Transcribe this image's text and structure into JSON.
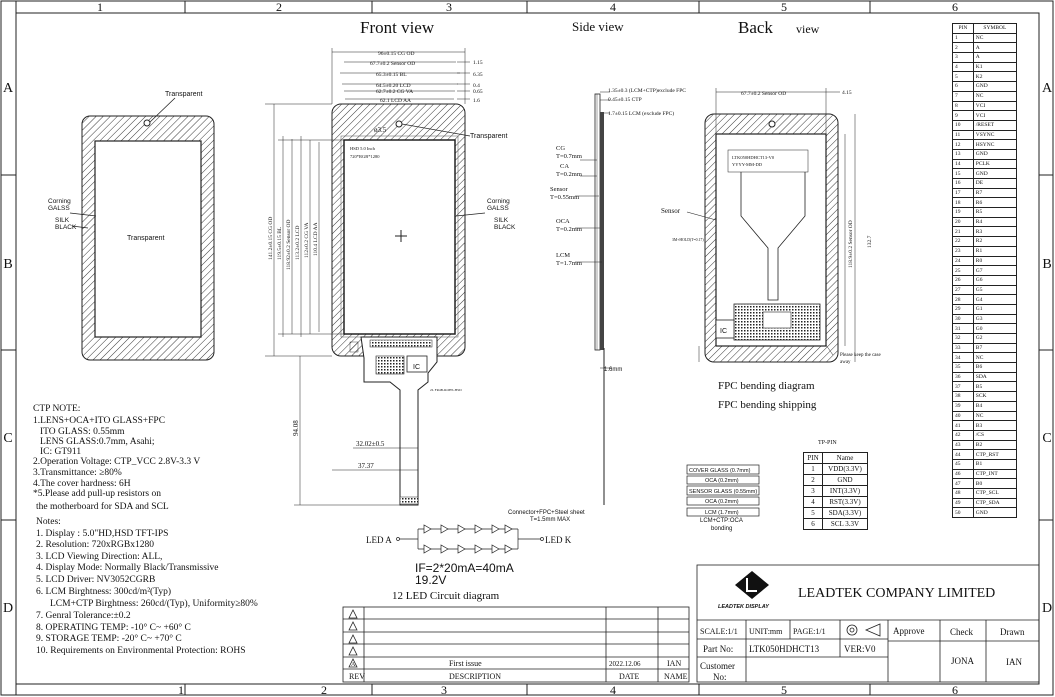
{
  "frame": {
    "columns": [
      "1",
      "2",
      "3",
      "4",
      "5",
      "6"
    ],
    "rows": [
      "A",
      "B",
      "C",
      "D"
    ]
  },
  "views": {
    "front": "Front view",
    "side": "Side view",
    "back": "Back",
    "back_suffix": "view"
  },
  "left_panel": {
    "transparent_top": "Transparent",
    "transparent_center": "Transparent",
    "corning": "Corning",
    "galss": "GALSS",
    "silk": "SILK",
    "black": "BLACK"
  },
  "front_dims": {
    "d1": "96±0.15 CG OD",
    "d2": "67.7±0.2 Sensor OD",
    "d3": "65.3±0.15 BL",
    "d4": "64.5±0.20 LCD",
    "d5": "62.7±0.2 CG VA",
    "d6": "62.1 LCD AA",
    "r1": "1.15",
    "r2": "6.35",
    "r3": "0.4",
    "r4": "0.65",
    "r5": "1.6",
    "hole": "ø3.5",
    "transparent": "Transparent",
    "cg_text1": "HSD 5.0 Inch",
    "cg_text2": "720*RGB*1280",
    "corning": "Corning",
    "galss": "GALSS",
    "silk": "SILK",
    "black": "BLACK",
    "v1": "141.2±0.15 CG OD",
    "v2": "119.5±0.15 BL",
    "v3": "118.92±0.2 Sensor OD",
    "v4": "113.2±0.2 LCD",
    "v5": "112±0.2 CG VA",
    "v6": "110.4 LCD AA",
    "w_3202": "32.02±0.5",
    "w_3737": "37.37",
    "h_9408": "94.08",
    "ic": "IC",
    "fpc_note": "2L FR4B-ROHS-HSD"
  },
  "side_dims": {
    "t1": "1.35±0.3 (LCM+CTP)exclude FPC",
    "t2": "0.45±0.15 CTP",
    "t3": "1.7±0.15 LCM (exclude FPC)",
    "cg": "CG",
    "cg_t": "T=0.7mm",
    "ca": "CA",
    "ca_t": "T=0.2mm",
    "sensor": "Sensor",
    "sensor_t": "T=0.55mm",
    "oca": "OCA",
    "oca_t": "T=0.2mm",
    "lcm": "LCM",
    "lcm_t": "T=1.7mm",
    "fpc_thk": "1.6mm",
    "connector": "Connector+FPC+Steel sheet",
    "connector_t": "T=1.5mm MAX"
  },
  "back_dims": {
    "w": "67.7±0.2 Sensor OD",
    "r": "4.15",
    "h1": "118.9±0.2 Sensor OD",
    "h2": "132.7",
    "label1": "LTK050HDHCT13-V0",
    "label2": "YYYY-MM-DD",
    "sensor": "Sensor",
    "steel": "3M+HOLD(T=0.17)",
    "ic": "IC",
    "keep": "Please keep the case",
    "keep2": "away",
    "fpc_bending": "FPC bending diagram",
    "fpc_shipping": "FPC bending shipping"
  },
  "stack": {
    "items": [
      "COVER GLASS (0.7mm)",
      "OCA (0.2mm)",
      "SENSOR GLASS (0.55mm)",
      "OCA (0.2mm)",
      "LCM (1.7mm)"
    ],
    "caption1": "LCM+CTP:OCA",
    "caption2": "bonding"
  },
  "tp_pin": {
    "title": "TP-PIN",
    "headers": [
      "PIN",
      "Name"
    ],
    "rows": [
      [
        "1",
        "VDD(3.3V)"
      ],
      [
        "2",
        "GND"
      ],
      [
        "3",
        "INT(3.3V)"
      ],
      [
        "4",
        "RST(3.3V)"
      ],
      [
        "5",
        "SDA(3.3V)"
      ],
      [
        "6",
        "SCL 3.3V"
      ]
    ]
  },
  "led": {
    "a": "LED A",
    "k": "LED K",
    "formula": "IF=2*20mA=40mA",
    "voltage": "19.2V",
    "caption": "12 LED Circuit diagram"
  },
  "ctp_note": [
    "CTP NOTE:",
    "1.LENS+OCA+ITO GLASS+FPC",
    "ITO GLASS: 0.55mm",
    "LENS GLASS:0.7mm, Asahi;",
    "IC: GT911",
    "2.Operation Voltage: CTP_VCC 2.8V-3.3 V",
    "3.Transmittance: ≥80%",
    "4.The cover hardness: 6H",
    "*5.Please add pull-up resistors on",
    "the motherboard for SDA and SCL"
  ],
  "notes": [
    "Notes:",
    "1. Display : 5.0\"HD,HSD TFT-IPS",
    "2. Resolution: 720xRGBx1280",
    "3. LCD Viewing Direction: ALL,",
    "4. Display Mode: Normally Black/Transmissive",
    "5. LCD Driver: NV3052CGRB",
    "6. LCM Birghtness: 300cd/m²(Typ)",
    "LCM+CTP Birghtness: 260cd/(Typ), Uniformity≥80%",
    "7. Genral Tolerance:±0.2",
    "8. OPERATING TEMP: -10° C~ +60° C",
    "9. STORAGE TEMP: -20° C~ +70° C",
    "10. Requirements on Environmental Protection: ROHS"
  ],
  "pin_table": {
    "headers": [
      "PIN",
      "SYMBOL"
    ],
    "rows": [
      [
        "1",
        "NC"
      ],
      [
        "2",
        "A"
      ],
      [
        "3",
        "A"
      ],
      [
        "4",
        "K1"
      ],
      [
        "5",
        "K2"
      ],
      [
        "6",
        "GND"
      ],
      [
        "7",
        "NC"
      ],
      [
        "8",
        "VCI"
      ],
      [
        "9",
        "VCI"
      ],
      [
        "10",
        "/RESET"
      ],
      [
        "11",
        "VSYNC"
      ],
      [
        "12",
        "HSYNC"
      ],
      [
        "13",
        "GND"
      ],
      [
        "14",
        "PCLK"
      ],
      [
        "15",
        "GND"
      ],
      [
        "16",
        "DE"
      ],
      [
        "17",
        "R7"
      ],
      [
        "18",
        "R6"
      ],
      [
        "19",
        "R5"
      ],
      [
        "20",
        "R4"
      ],
      [
        "21",
        "R3"
      ],
      [
        "22",
        "R2"
      ],
      [
        "23",
        "R1"
      ],
      [
        "24",
        "R0"
      ],
      [
        "25",
        "G7"
      ],
      [
        "26",
        "G6"
      ],
      [
        "27",
        "G5"
      ],
      [
        "28",
        "G4"
      ],
      [
        "29",
        "G1"
      ],
      [
        "30",
        "G3"
      ],
      [
        "31",
        "G0"
      ],
      [
        "32",
        "G2"
      ],
      [
        "33",
        "B7"
      ],
      [
        "34",
        "NC"
      ],
      [
        "35",
        "B6"
      ],
      [
        "36",
        "SDA"
      ],
      [
        "37",
        "B5"
      ],
      [
        "38",
        "SCK"
      ],
      [
        "39",
        "B4"
      ],
      [
        "40",
        "NC"
      ],
      [
        "41",
        "B3"
      ],
      [
        "42",
        "/CS"
      ],
      [
        "43",
        "B2"
      ],
      [
        "44",
        "CTP_RST"
      ],
      [
        "45",
        "B1"
      ],
      [
        "46",
        "CTP_INT"
      ],
      [
        "47",
        "B0"
      ],
      [
        "48",
        "CTP_SCL"
      ],
      [
        "49",
        "CTP_SDA"
      ],
      [
        "50",
        "GND"
      ]
    ]
  },
  "revision": {
    "rev_header": "REV",
    "desc_header": "DESCRIPTION",
    "date_header": "DATE",
    "name_header": "NAME",
    "rev": "A",
    "desc": "First issue",
    "date": "2022.12.06",
    "name": "IAN"
  },
  "title_block": {
    "company": "LEADTEK COMPANY LIMITED",
    "logo_text": "LEADTEK DISPLAY",
    "scale": "SCALE:1/1",
    "unit": "UNIT:mm",
    "page": "PAGE:1/1",
    "part_label": "Part No:",
    "part_no": "LTK050HDHCT13",
    "ver": "VER:V0",
    "customer": "Customer",
    "customer_no": "No:",
    "approve": "Approve",
    "check": "Check",
    "drawn": "Drawn",
    "check_name": "JONA",
    "drawn_name": "IAN"
  }
}
